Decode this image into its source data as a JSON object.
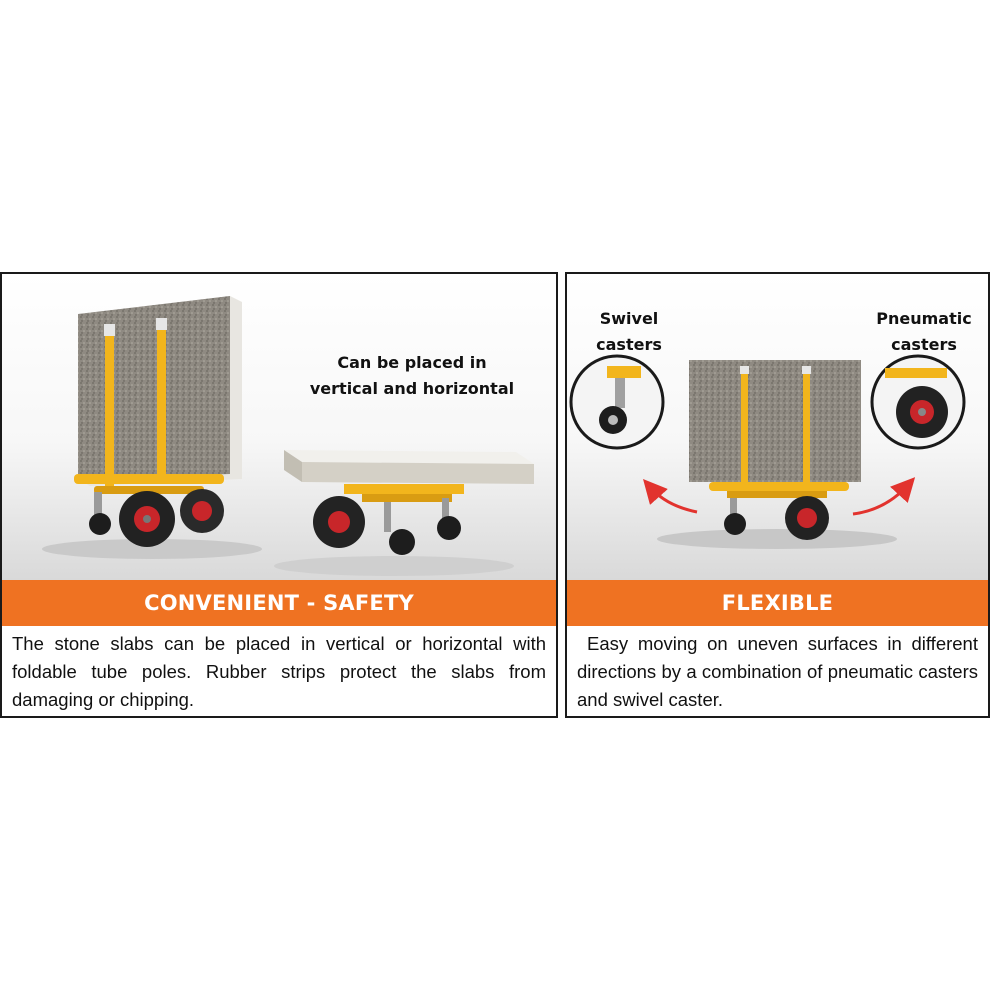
{
  "left_panel": {
    "caption": "Can be placed in\nvertical and horizontal",
    "banner": "CONVENIENT - SAFETY",
    "description": "The stone slabs can be placed in vertical or horizontal with foldable tube poles. Rubber strips protect the slabs from damaging or chipping."
  },
  "right_panel": {
    "label_swivel": "Swivel\ncasters",
    "label_pneumatic": "Pneumatic\ncasters",
    "banner": "FLEXIBLE",
    "description": "Easy moving on uneven surfaces in different directions by a combination of pneumatic casters and swivel caster."
  },
  "colors": {
    "accent_orange": "#ef7222",
    "frame_yellow": "#f2b51c",
    "wheel_red": "#c8262a",
    "stone_gray": "#8c8880",
    "arrow_red": "#e2332e"
  }
}
